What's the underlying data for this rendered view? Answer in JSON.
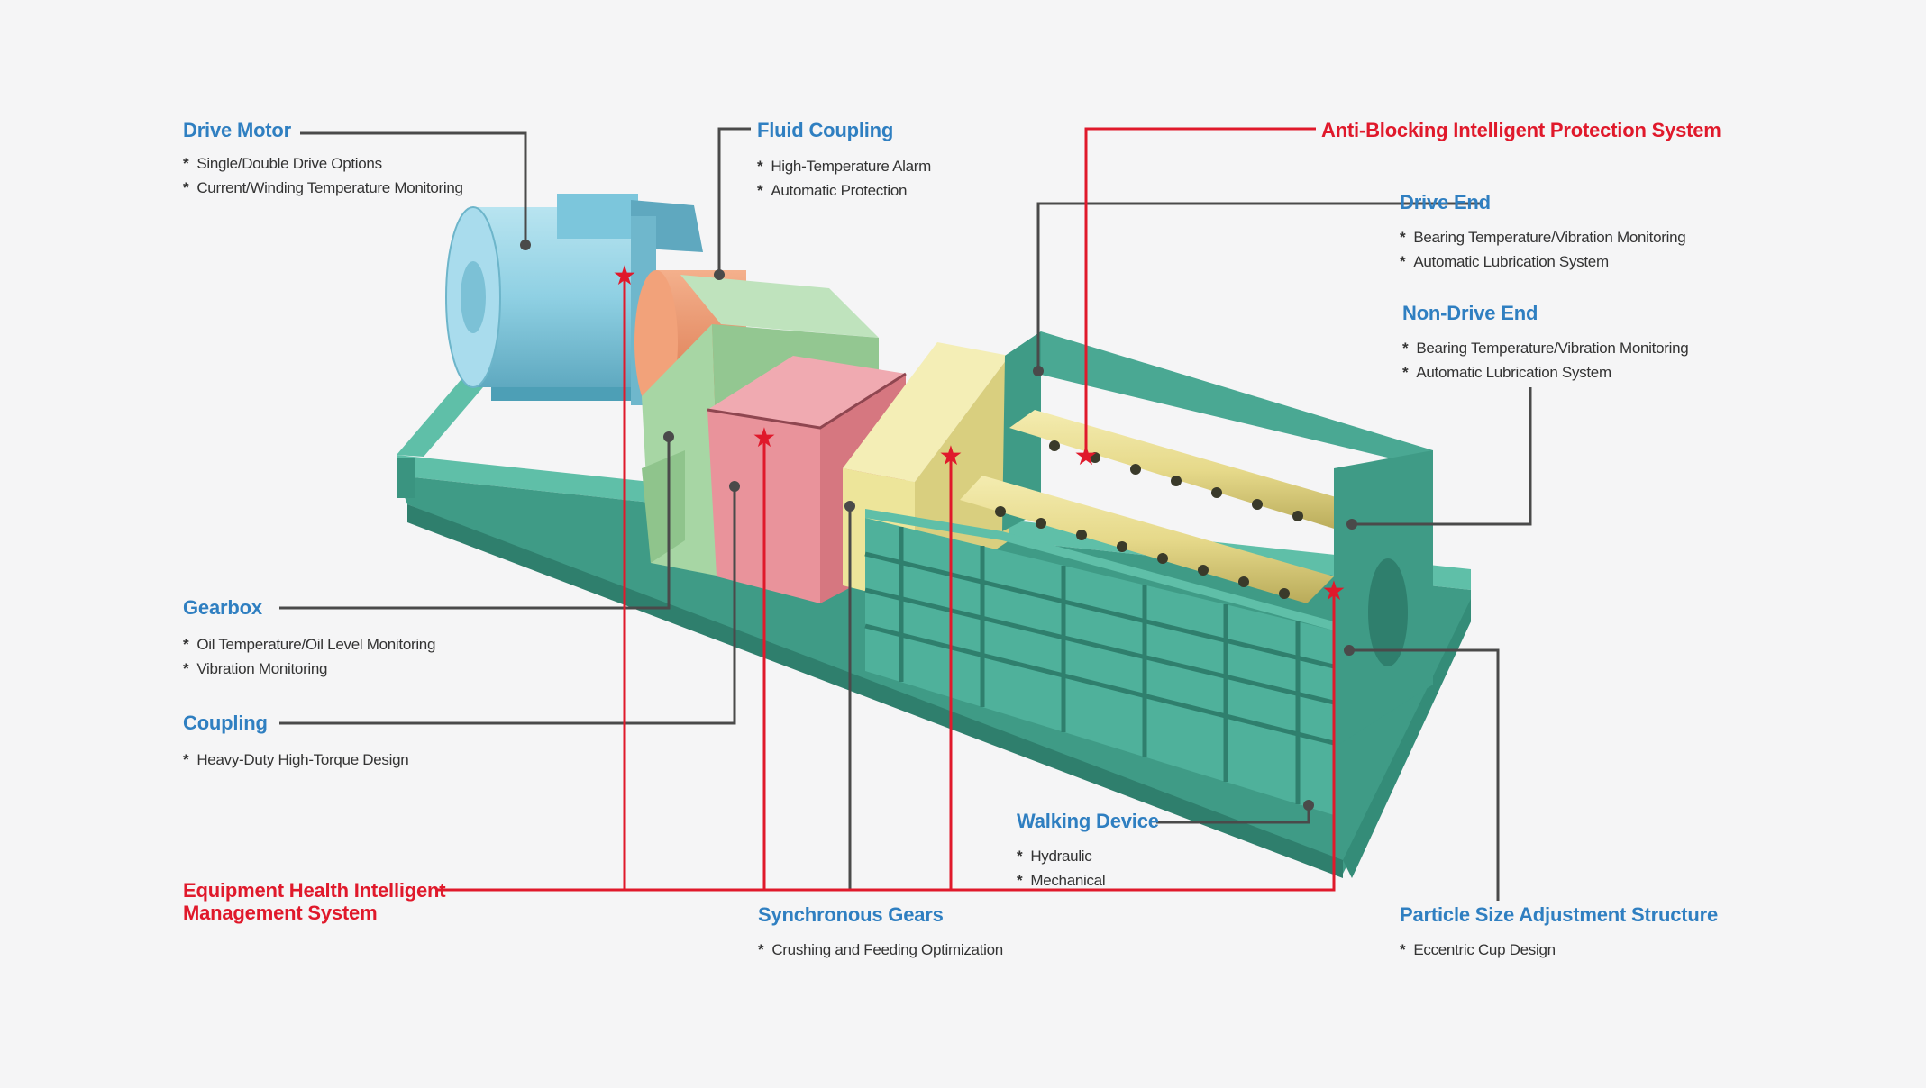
{
  "colors": {
    "title_blue": "#2f7fc1",
    "alert_red": "#e0192b",
    "leader_gray": "#4a4a4a",
    "frame_teal": "#4db39c",
    "motor_blue": "#8fd0e3",
    "coupling_orange": "#ea9266",
    "gearbox_green": "#a7d6a4",
    "gear_cover_pink": "#e9939b",
    "sync_gear_yellow": "#ede59a",
    "roller_yellow": "#e6d98a",
    "background": "#f5f5f6"
  },
  "labels": {
    "drive_motor": {
      "title": "Drive Motor",
      "items": [
        "Single/Double Drive Options",
        "Current/Winding Temperature Monitoring"
      ]
    },
    "fluid_coupling": {
      "title": "Fluid Coupling",
      "items": [
        "High-Temperature Alarm",
        "Automatic Protection"
      ]
    },
    "anti_blocking": {
      "title": "Anti-Blocking Intelligent Protection System"
    },
    "drive_end": {
      "title": "Drive End",
      "items": [
        "Bearing Temperature/Vibration Monitoring",
        "Automatic Lubrication System"
      ]
    },
    "non_drive_end": {
      "title": "Non-Drive End",
      "items": [
        "Bearing Temperature/Vibration Monitoring",
        "Automatic Lubrication System"
      ]
    },
    "gearbox": {
      "title": "Gearbox",
      "items": [
        "Oil Temperature/Oil Level Monitoring",
        "Vibration Monitoring"
      ]
    },
    "coupling": {
      "title": "Coupling",
      "items": [
        "Heavy-Duty High-Torque Design"
      ]
    },
    "walking_device": {
      "title": "Walking Device",
      "items": [
        "Hydraulic",
        "Mechanical"
      ]
    },
    "equipment_health": {
      "title_line1": "Equipment Health Intelligent",
      "title_line2": "Management System"
    },
    "synchronous_gears": {
      "title": "Synchronous Gears",
      "items": [
        "Crushing and Feeding Optimization"
      ]
    },
    "particle_size": {
      "title": "Particle Size Adjustment Structure",
      "items": [
        "Eccentric Cup Design"
      ]
    }
  }
}
